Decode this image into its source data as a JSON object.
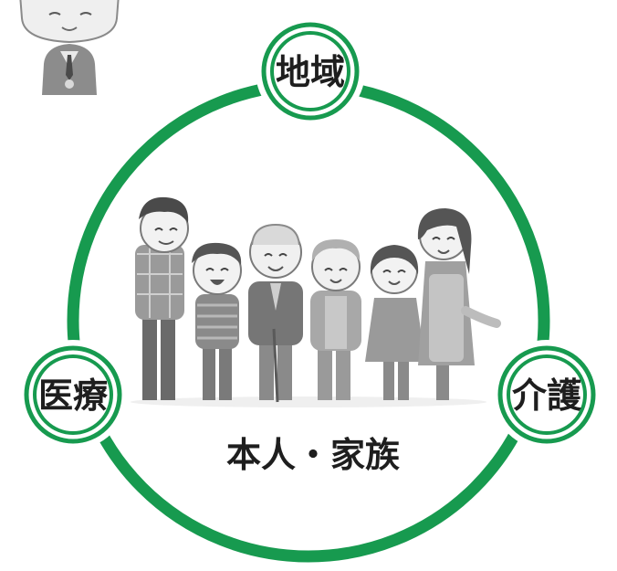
{
  "colors": {
    "ring": "#179a4f",
    "node_border": "#179a4f",
    "node_fill": "#ffffff",
    "text": "#1e1e1e",
    "illustration_gray": "#8f8f8f"
  },
  "center": {
    "label": "本人・家族",
    "illustration": "family-illustration"
  },
  "nodes": {
    "top": {
      "label": "地域"
    },
    "left": {
      "label": "医療"
    },
    "right": {
      "label": "介護"
    }
  },
  "corner_illustration": "person-illustration"
}
